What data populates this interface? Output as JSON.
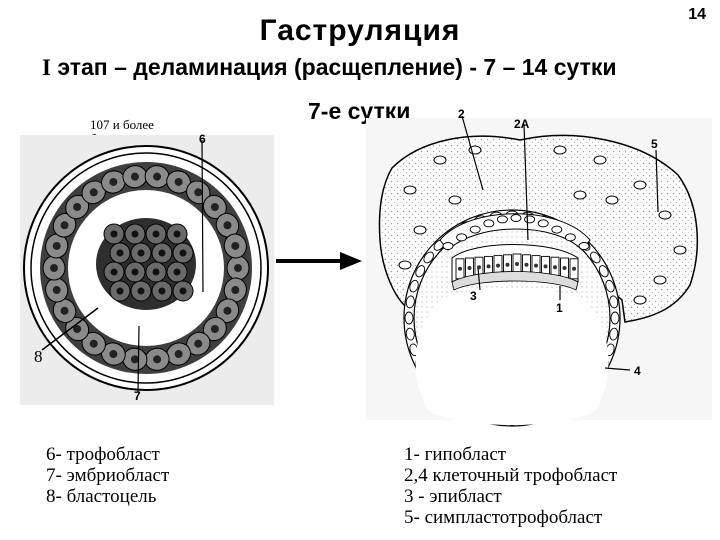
{
  "page_number": "14",
  "title": "Гаструляция",
  "subtitle": {
    "roman": "I",
    "text": " этап – деламинация (расщепление) -  7 – 14 сутки"
  },
  "blastocyst": {
    "cell_count_line1": "107 и более",
    "cell_count_line2": "бластомеров",
    "callout_6": "6",
    "callout_7": "7",
    "callout_8": "8"
  },
  "embryo_day7": {
    "day_label": "7-е сутки",
    "callout_1": "1",
    "callout_2": "2",
    "callout_2a": "2А",
    "callout_3": "3",
    "callout_4": "4",
    "callout_5": "5"
  },
  "legend_left": [
    "6- трофобласт",
    "7- эмбриобласт",
    "8- бластоцель"
  ],
  "legend_right": [
    "1- гипобласт",
    "2,4 клеточный трофобласт",
    "3 - эпибласт",
    "5- симпластотрофобласт"
  ],
  "colors": {
    "ink": "#000000",
    "cell_fill": "#555555",
    "stipple": "#dcdcdc"
  }
}
